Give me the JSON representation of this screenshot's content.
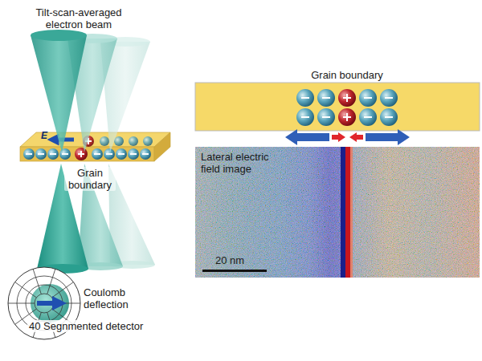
{
  "diagram": {
    "labels": [
      "Tilt-scan-averaged electron beam",
      "E",
      "Grain boundary",
      "Coulomb deflection",
      "40 Segnmented detector",
      "Grain boundary",
      "Lateral electric field image",
      "20 nm"
    ]
  }
}
